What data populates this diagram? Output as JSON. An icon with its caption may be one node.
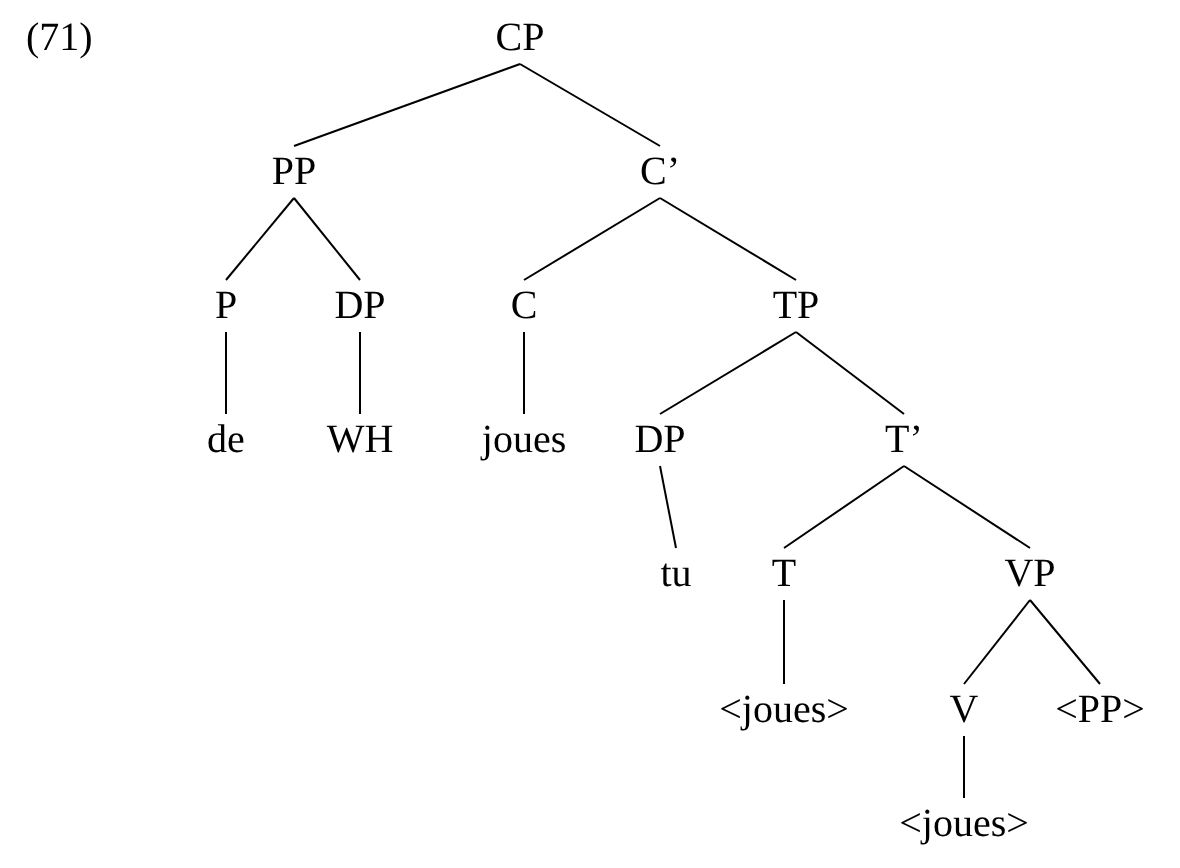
{
  "diagram": {
    "nodes": [
      {
        "text": [
          "CP"
        ]
      },
      {
        "text": [
          "PP"
        ]
      },
      {
        "text": [
          "C’"
        ]
      },
      {
        "text": [
          "P"
        ]
      },
      {
        "text": [
          "DP"
        ]
      },
      {
        "text": [
          "C"
        ]
      },
      {
        "text": [
          "TP"
        ]
      },
      {
        "text": [
          "de"
        ]
      },
      {
        "text": [
          "WH"
        ]
      },
      {
        "text": [
          "joues"
        ]
      },
      {
        "text": [
          "DP"
        ]
      },
      {
        "text": [
          "T’"
        ]
      },
      {
        "text": [
          "tu"
        ]
      },
      {
        "text": [
          "T"
        ]
      },
      {
        "text": [
          "VP"
        ]
      },
      {
        "text": [
          "<joues>"
        ]
      },
      {
        "text": [
          "V"
        ]
      },
      {
        "text": [
          "<PP>"
        ]
      },
      {
        "text": [
          "<joues>"
        ]
      }
    ],
    "edges": [
      {
        "from": 0,
        "to": 1,
        "arrow": "none"
      },
      {
        "from": 0,
        "to": 2,
        "arrow": "none"
      },
      {
        "from": 1,
        "to": 3,
        "arrow": "none"
      },
      {
        "from": 1,
        "to": 4,
        "arrow": "none"
      },
      {
        "from": 2,
        "to": 5,
        "arrow": "none"
      },
      {
        "from": 2,
        "to": 6,
        "arrow": "none"
      },
      {
        "from": 3,
        "to": 7,
        "arrow": "none"
      },
      {
        "from": 4,
        "to": 8,
        "arrow": "none"
      },
      {
        "from": 5,
        "to": 9,
        "arrow": "none"
      },
      {
        "from": 6,
        "to": 10,
        "arrow": "none"
      },
      {
        "from": 6,
        "to": 11,
        "arrow": "none"
      },
      {
        "from": 10,
        "to": 12,
        "arrow": "none"
      },
      {
        "from": 11,
        "to": 13,
        "arrow": "none"
      },
      {
        "from": 11,
        "to": 14,
        "arrow": "none"
      },
      {
        "from": 13,
        "to": 15,
        "arrow": "none"
      },
      {
        "from": 14,
        "to": 16,
        "arrow": "none"
      },
      {
        "from": 14,
        "to": 17,
        "arrow": "none"
      },
      {
        "from": 16,
        "to": 18,
        "arrow": "none"
      }
    ],
    "labels": [
      "(71)"
    ]
  }
}
